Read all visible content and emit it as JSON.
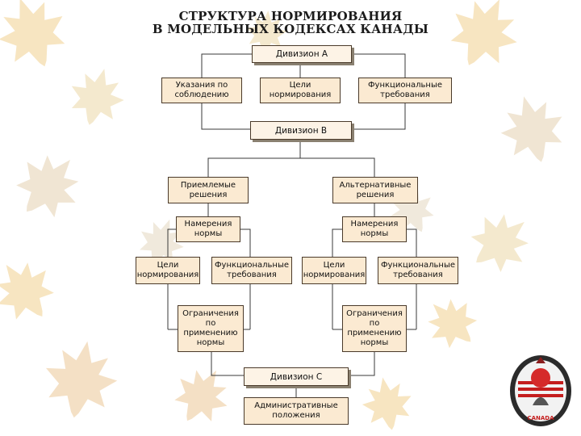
{
  "title": {
    "line1": "СТРУКТУРА НОРМИРОВАНИЯ",
    "line2": "В МОДЕЛЬНЫХ КОДЕКСАХ КАНАДЫ"
  },
  "division_a": {
    "label": "Дивизион А",
    "items": [
      "Указания по\nсоблюдению",
      "Цели\nнормирования",
      "Функциональные\nтребования"
    ]
  },
  "division_b": {
    "label": "Дивизион В",
    "left": {
      "label": "Приемлемые\nрешения",
      "intent": "Намерения\nнормы",
      "objectives": "Цели\nнормирования",
      "functional": "Функциональные\nтребования",
      "limits": "Ограничения\nпо\nприменению\nнормы"
    },
    "right": {
      "label": "Альтернативные\nрешения",
      "intent": "Намерения\nнормы",
      "objectives": "Цели\nнормирования",
      "functional": "Функциональные\nтребования",
      "limits": "Ограничения\nпо\nприменению\nнормы"
    }
  },
  "division_c": {
    "label": "Дивизион С",
    "item": "Административные\nположения"
  },
  "emblem": {
    "text": "CANADA"
  }
}
